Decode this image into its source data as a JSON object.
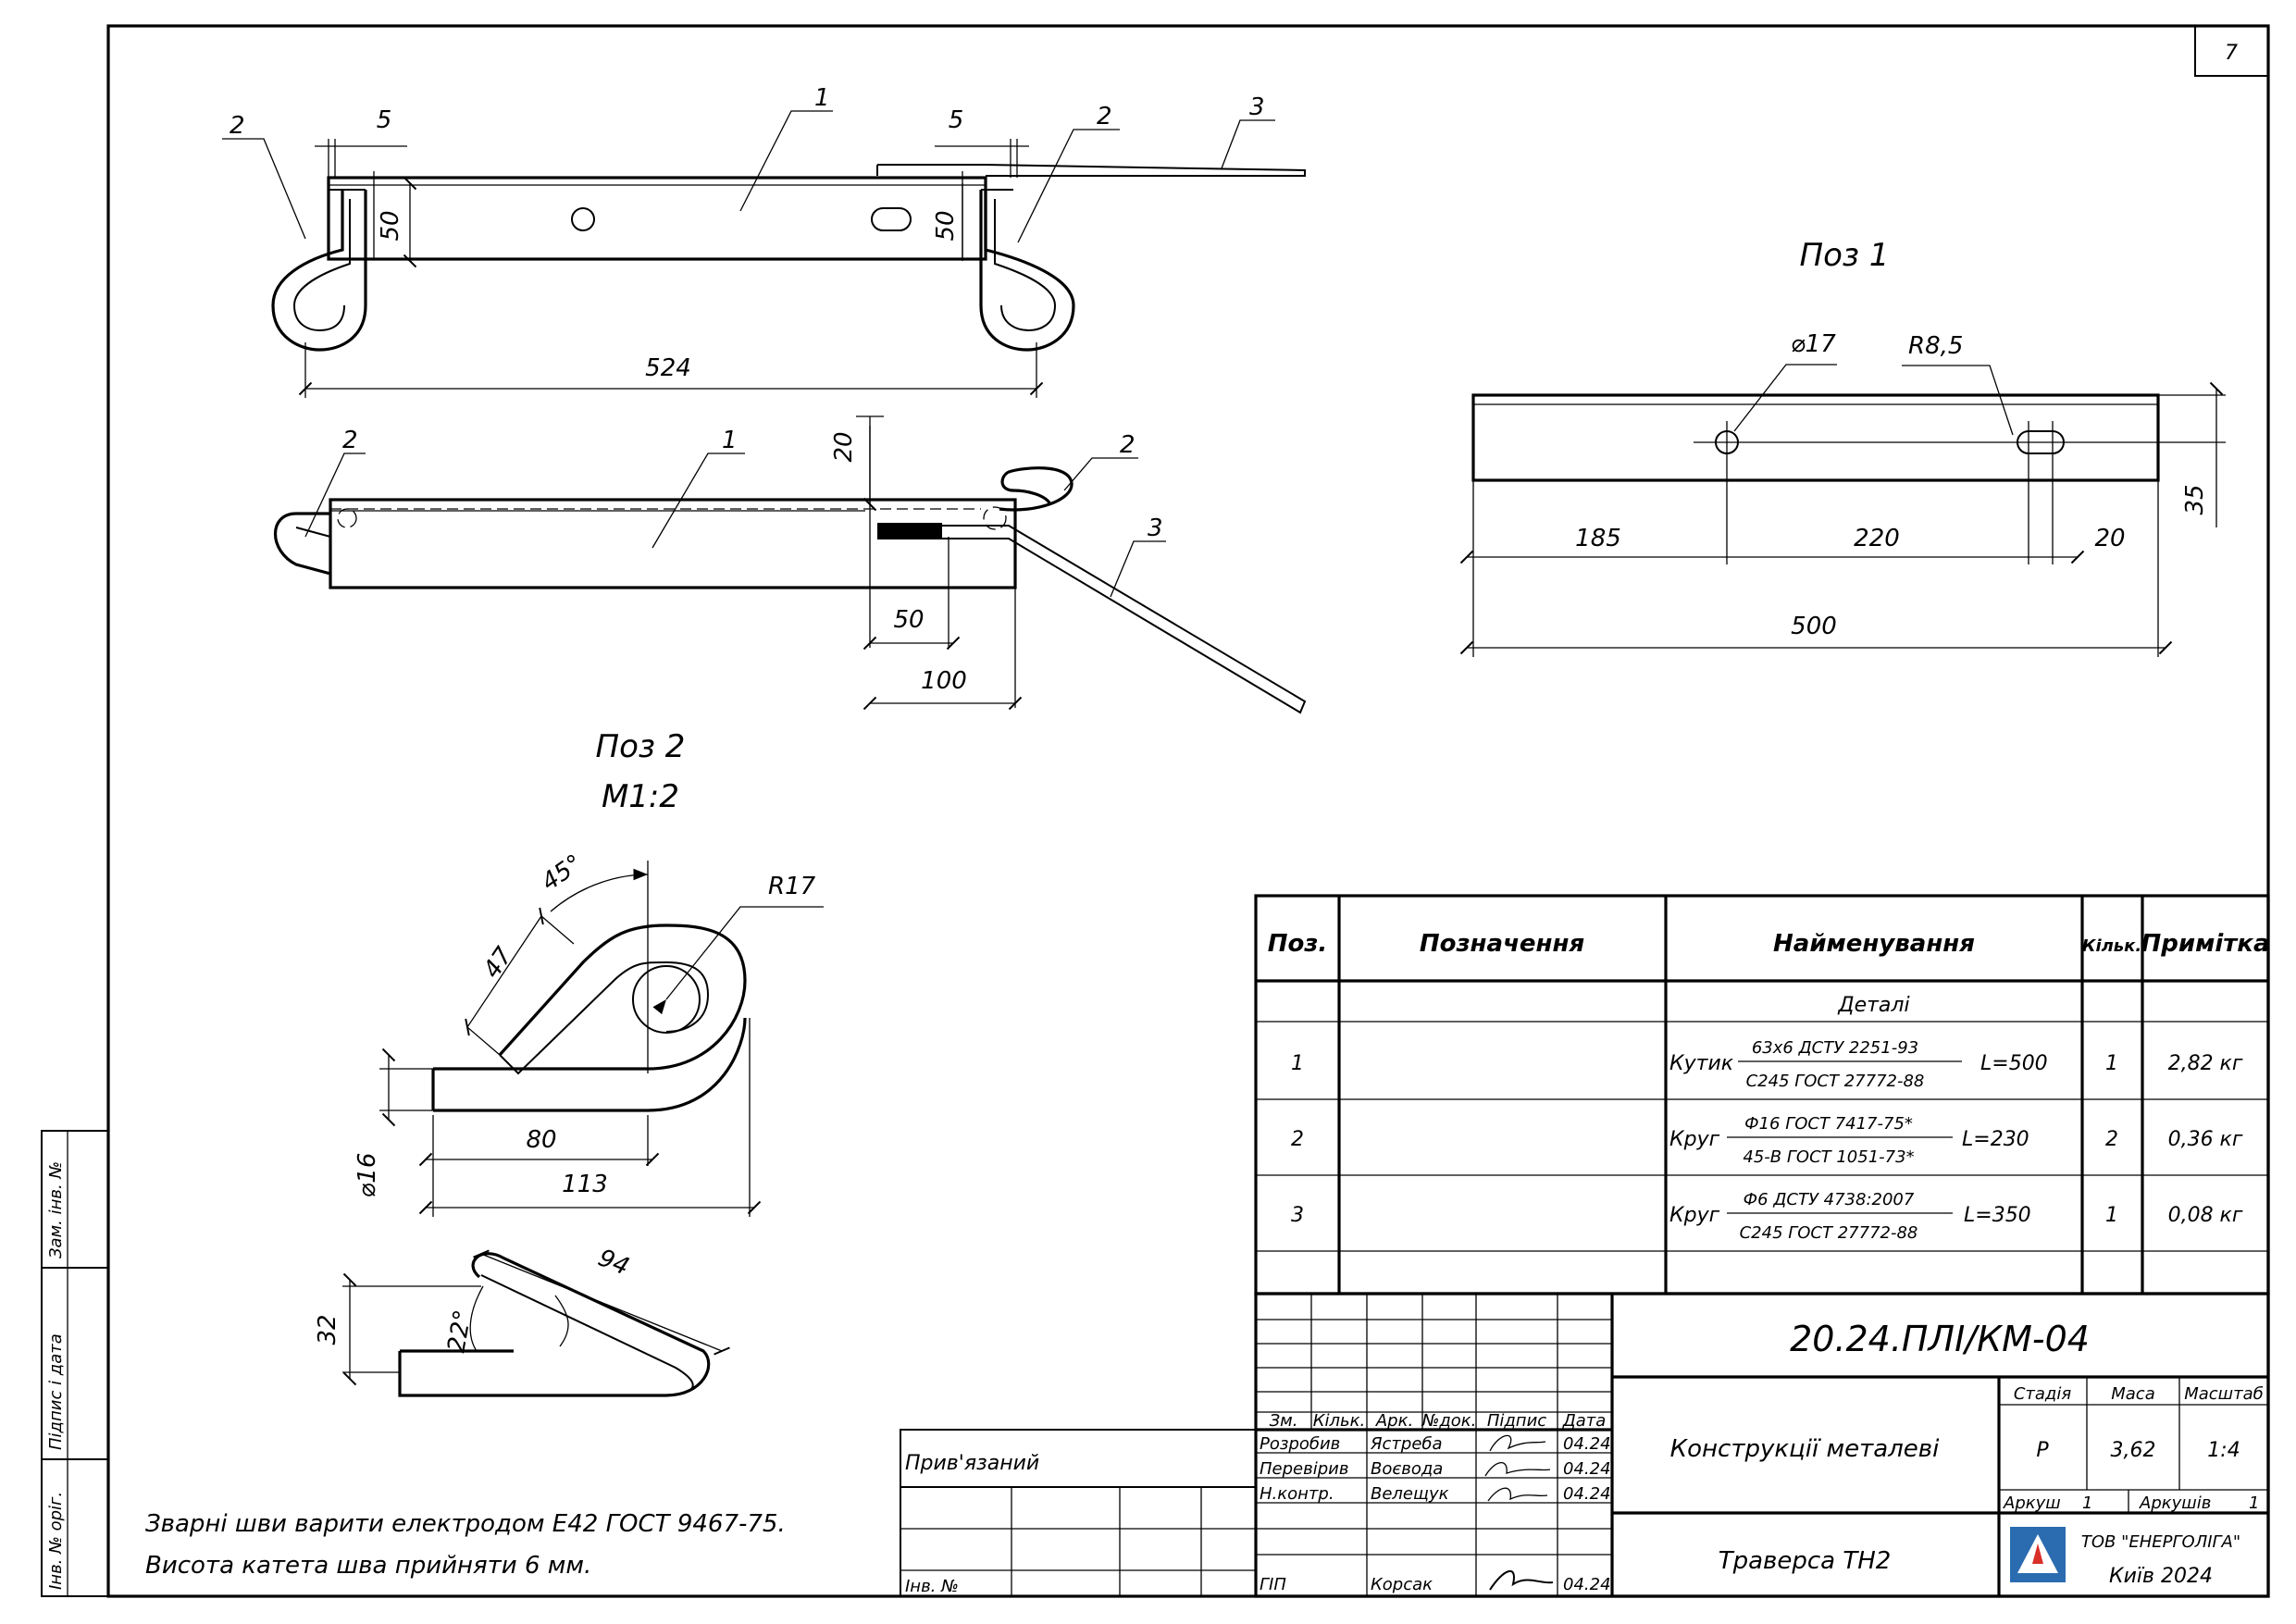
{
  "sheet_number": "7",
  "elevation_view": {
    "callouts": [
      "1",
      "2",
      "2",
      "3"
    ],
    "dims": {
      "d5_left": "5",
      "d5_right": "5",
      "d50_left": "50",
      "d50_right": "50",
      "d524": "524"
    }
  },
  "plan_view": {
    "callouts": [
      "1",
      "2",
      "2",
      "3"
    ],
    "dims": {
      "d20": "20",
      "d50": "50",
      "d100": "100"
    }
  },
  "poz1": {
    "title": "Поз 1",
    "hole": "⌀17",
    "slot": "R8,5",
    "dims": {
      "d185": "185",
      "d220": "220",
      "d20": "20",
      "d35": "35",
      "d500": "500"
    }
  },
  "poz2": {
    "title": "Поз 2",
    "scale": "М1:2",
    "dims": {
      "angle45": "45°",
      "d47": "47",
      "r17": "R17",
      "d80": "80",
      "d113": "113",
      "d16": "⌀16",
      "d94": "94",
      "d32": "32",
      "angle22": "22°"
    }
  },
  "notes": [
    "Зварні шви варити електродом Е42 ГОСТ 9467-75.",
    "Висота катета шва прийняти 6 мм."
  ],
  "spec_table": {
    "headers": {
      "pos": "Поз.",
      "designation": "Позначення",
      "name": "Найменування",
      "qty": "Кільк.",
      "note": "Примітка"
    },
    "section": "Деталі",
    "rows": [
      {
        "pos": "1",
        "kind": "Кутик",
        "top": "63х6 ДСТУ 2251-93",
        "bottom": "С245 ГОСТ 27772-88",
        "length": "L=500",
        "qty": "1",
        "note": "2,82 кг"
      },
      {
        "pos": "2",
        "kind": "Круг",
        "top": "Ф16 ГОСТ 7417-75*",
        "bottom": "45-В ГОСТ 1051-73*",
        "length": "L=230",
        "qty": "2",
        "note": "0,36 кг"
      },
      {
        "pos": "3",
        "kind": "Круг",
        "top": "Ф6 ДСТУ 4738:2007",
        "bottom": "С245 ГОСТ 27772-88",
        "length": "L=350",
        "qty": "1",
        "note": "0,08 кг"
      }
    ]
  },
  "side_stamp": {
    "inv_orig": "Інв. № оріг.",
    "signature_date": "Підпис і дата",
    "replace_inv": "Зам. інв. №"
  },
  "title_block": {
    "linked": "Прив'язаний",
    "inv_no": "Інв. №",
    "col_headers": [
      "Зм.",
      "Кільк.",
      "Арк.",
      "№док.",
      "Підпис",
      "Дата"
    ],
    "people": [
      {
        "role": "Розробив",
        "name": "Ястреба",
        "date": "04.24"
      },
      {
        "role": "Перевірив",
        "name": "Воєвода",
        "date": "04.24"
      },
      {
        "role": "Н.контр.",
        "name": "Велещук",
        "date": "04.24"
      },
      {
        "role": "ГІП",
        "name": "Корсак",
        "date": "04.24"
      }
    ],
    "doc_code": "20.24.ПЛІ/КМ-04",
    "section_title": "Конструкції металеві",
    "drawing_title": "Траверса ТН2",
    "stage_label": "Стадія",
    "mass_label": "Маса",
    "scale_label": "Масштаб",
    "stage": "Р",
    "mass": "3,62",
    "scale": "1:4",
    "sheet_label": "Аркуш",
    "sheet": "1",
    "sheets_label": "Аркушів",
    "sheets": "1",
    "company": "ТОВ \"ЕНЕРГОЛІГА\"",
    "city_year": "Київ 2024",
    "logo_color": "#2b6cb0",
    "logo_accent": "#d9302a"
  }
}
